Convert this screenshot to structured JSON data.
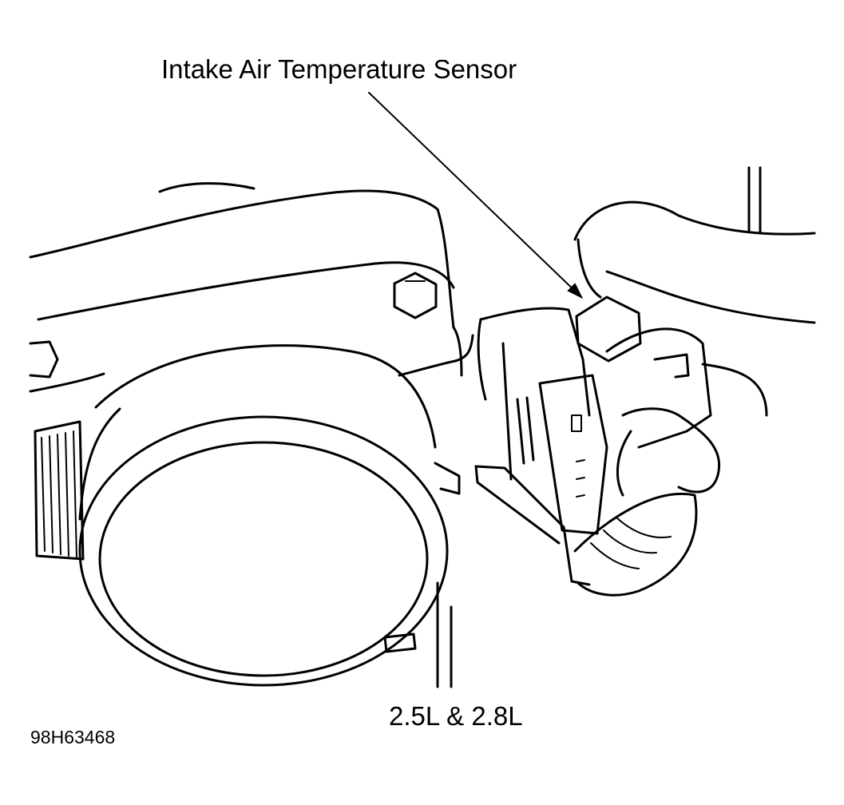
{
  "diagram": {
    "callout_label": "Intake Air Temperature Sensor",
    "engine_label": "2.5L & 2.8L",
    "figure_id": "98H63468"
  },
  "style": {
    "ink_color": "#000000",
    "paper_color": "#ffffff"
  }
}
